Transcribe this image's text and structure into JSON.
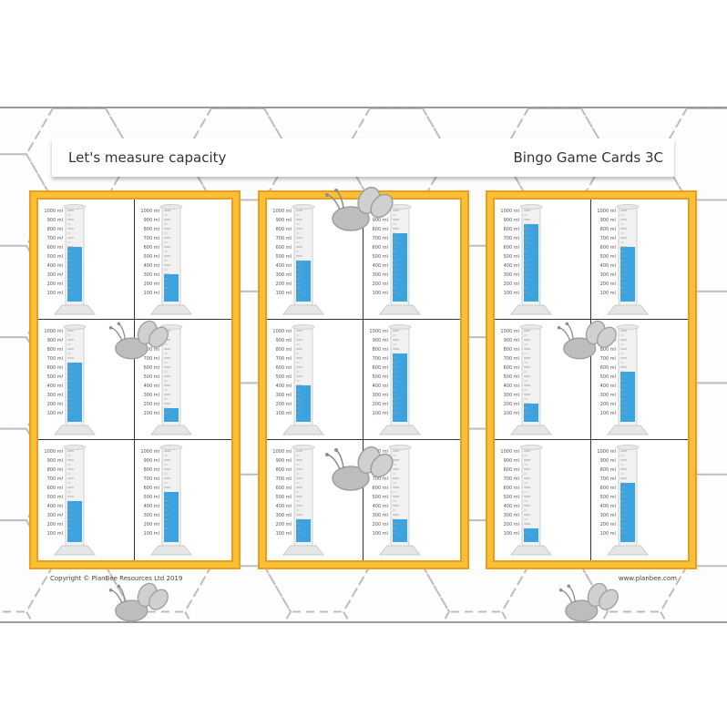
{
  "header": {
    "title": "Let's measure capacity",
    "card_set": "Bingo Game Cards 3C"
  },
  "footer": {
    "copyright": "Copyright © PlanBee Resources Ltd 2019",
    "website": "www.planbee.com"
  },
  "scale": {
    "unit": "ml",
    "ticks": [
      "1000 ml",
      "900 ml",
      "800 ml",
      "700 ml",
      "600 ml",
      "500 ml",
      "400 ml",
      "300 ml",
      "200 ml",
      "100 ml"
    ]
  },
  "colors": {
    "liquid": "#3aa3e0",
    "card_border": "#f29a1b",
    "card_fill": "#f7c136",
    "background_pattern": "#bdbdbd"
  },
  "cards": [
    {
      "name": "card-1",
      "levels_ml": [
        600,
        300,
        650,
        150,
        450,
        550
      ]
    },
    {
      "name": "card-2",
      "levels_ml": [
        450,
        750,
        400,
        750,
        250,
        250
      ]
    },
    {
      "name": "card-3",
      "levels_ml": [
        850,
        600,
        200,
        550,
        150,
        650
      ]
    }
  ]
}
